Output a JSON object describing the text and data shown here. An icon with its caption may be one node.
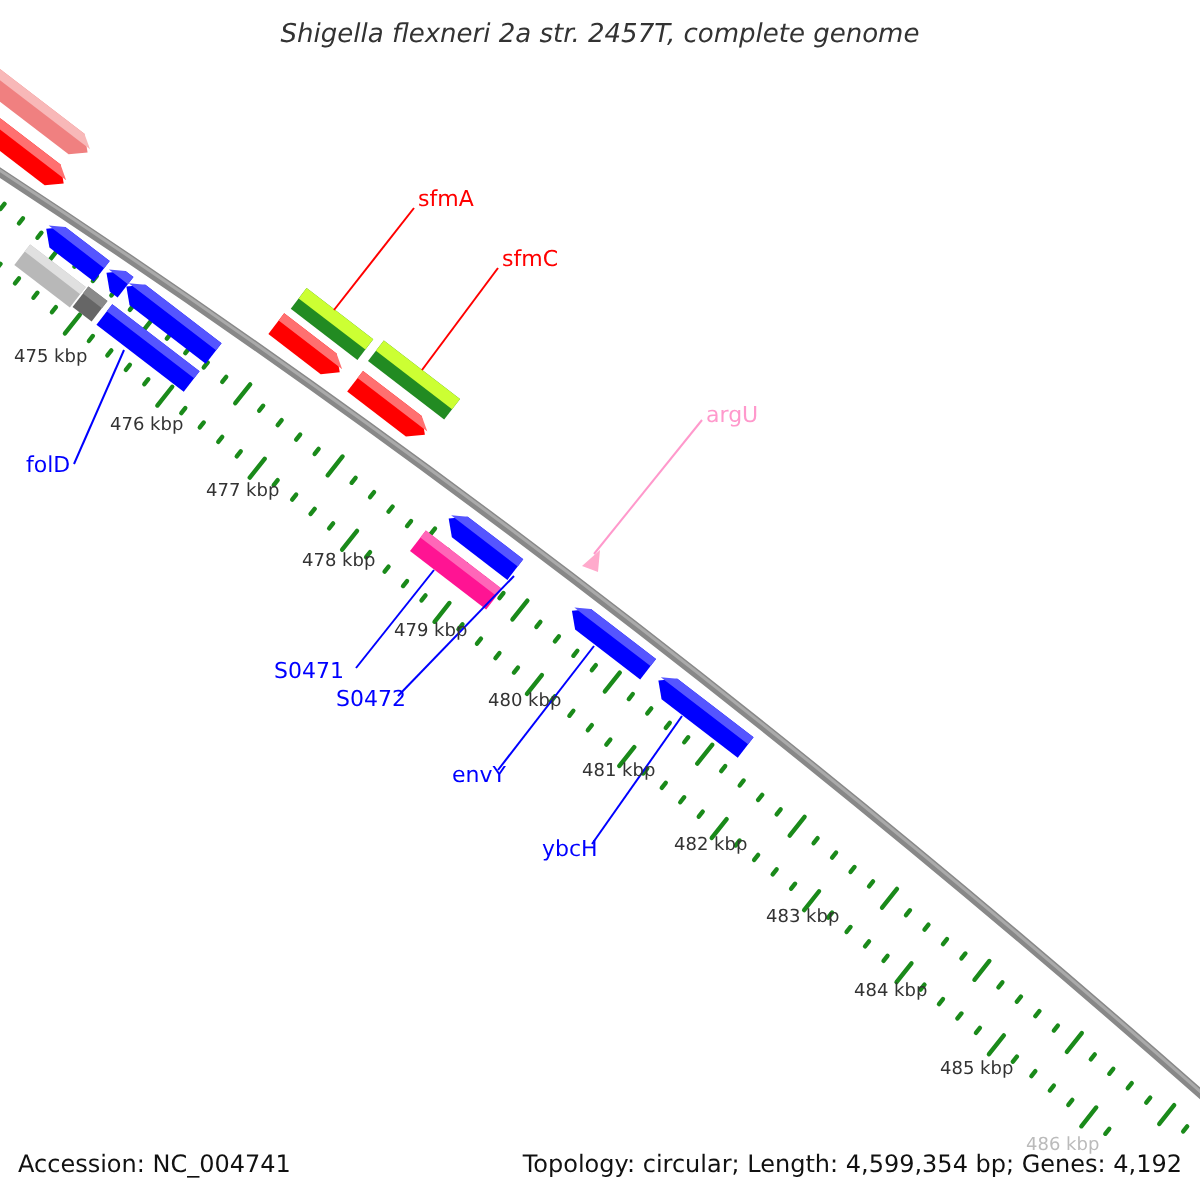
{
  "diagram": {
    "title": "Shigella flexneri 2a str. 2457T, complete genome",
    "nodes": [
      {
        "text": [
          "sfmA"
        ]
      },
      {
        "text": [],
        "shape": "bar"
      },
      {
        "text": [
          "sfmC"
        ]
      },
      {
        "text": [],
        "shape": "bar"
      },
      {
        "text": [
          "argU"
        ]
      },
      {
        "text": [],
        "shape": "triangle"
      },
      {
        "text": [
          "folD"
        ]
      },
      {
        "text": [],
        "shape": "bar"
      },
      {
        "text": [
          "S0471"
        ]
      },
      {
        "text": [],
        "shape": "bar"
      },
      {
        "text": [
          "S0472"
        ]
      },
      {
        "text": [],
        "shape": "bar"
      },
      {
        "text": [
          "envY"
        ]
      },
      {
        "text": [],
        "shape": "bar"
      },
      {
        "text": [
          "ybcH"
        ]
      },
      {
        "text": [],
        "shape": "bar"
      }
    ],
    "edges": [
      {
        "from": 0,
        "to": 1,
        "arrow": "none",
        "color": "#ff0000"
      },
      {
        "from": 2,
        "to": 3,
        "arrow": "none",
        "color": "#ff0000"
      },
      {
        "from": 4,
        "to": 5,
        "arrow": "none",
        "color": "#ff99cc"
      },
      {
        "from": 6,
        "to": 7,
        "arrow": "none"
      },
      {
        "from": 8,
        "to": 9,
        "arrow": "none"
      },
      {
        "from": 10,
        "to": 11,
        "arrow": "none"
      },
      {
        "from": 12,
        "to": 13,
        "arrow": "none"
      },
      {
        "from": 14,
        "to": 15,
        "arrow": "none"
      }
    ],
    "labels": [
      "475 kbp",
      "476 kbp",
      "477 kbp",
      "478 kbp",
      "479 kbp",
      "480 kbp",
      "481 kbp",
      "482 kbp",
      "483 kbp",
      "484 kbp",
      "485 kbp",
      "486 kbp",
      "Accession: NC_004741",
      "Topology: circular; Length: 4,599,354 bp; Genes: 4,192"
    ]
  }
}
